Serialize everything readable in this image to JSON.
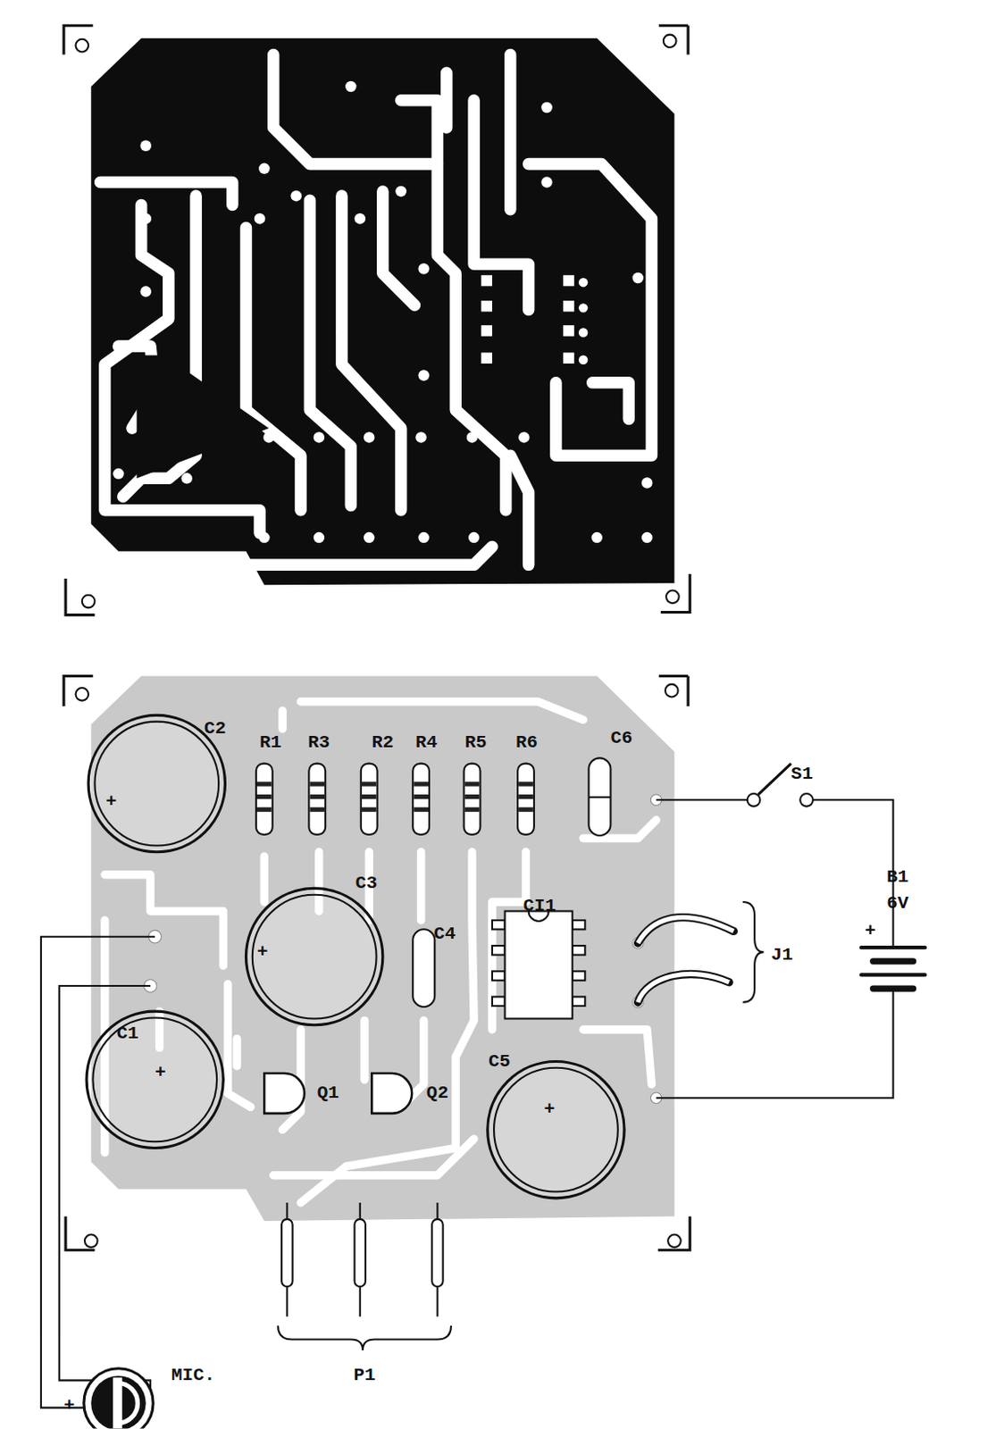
{
  "diagram": {
    "labels": [
      "C2",
      "R1",
      "R3",
      "R2",
      "R4",
      "R5",
      "R6",
      "C6",
      "S1",
      "+",
      "B1",
      "6V",
      "+",
      "C3",
      "+",
      "C4",
      "CI1",
      "J1",
      "C1",
      "+",
      "Q1",
      "Q2",
      "C5",
      "+",
      "P1",
      "MIC.",
      "+"
    ]
  }
}
